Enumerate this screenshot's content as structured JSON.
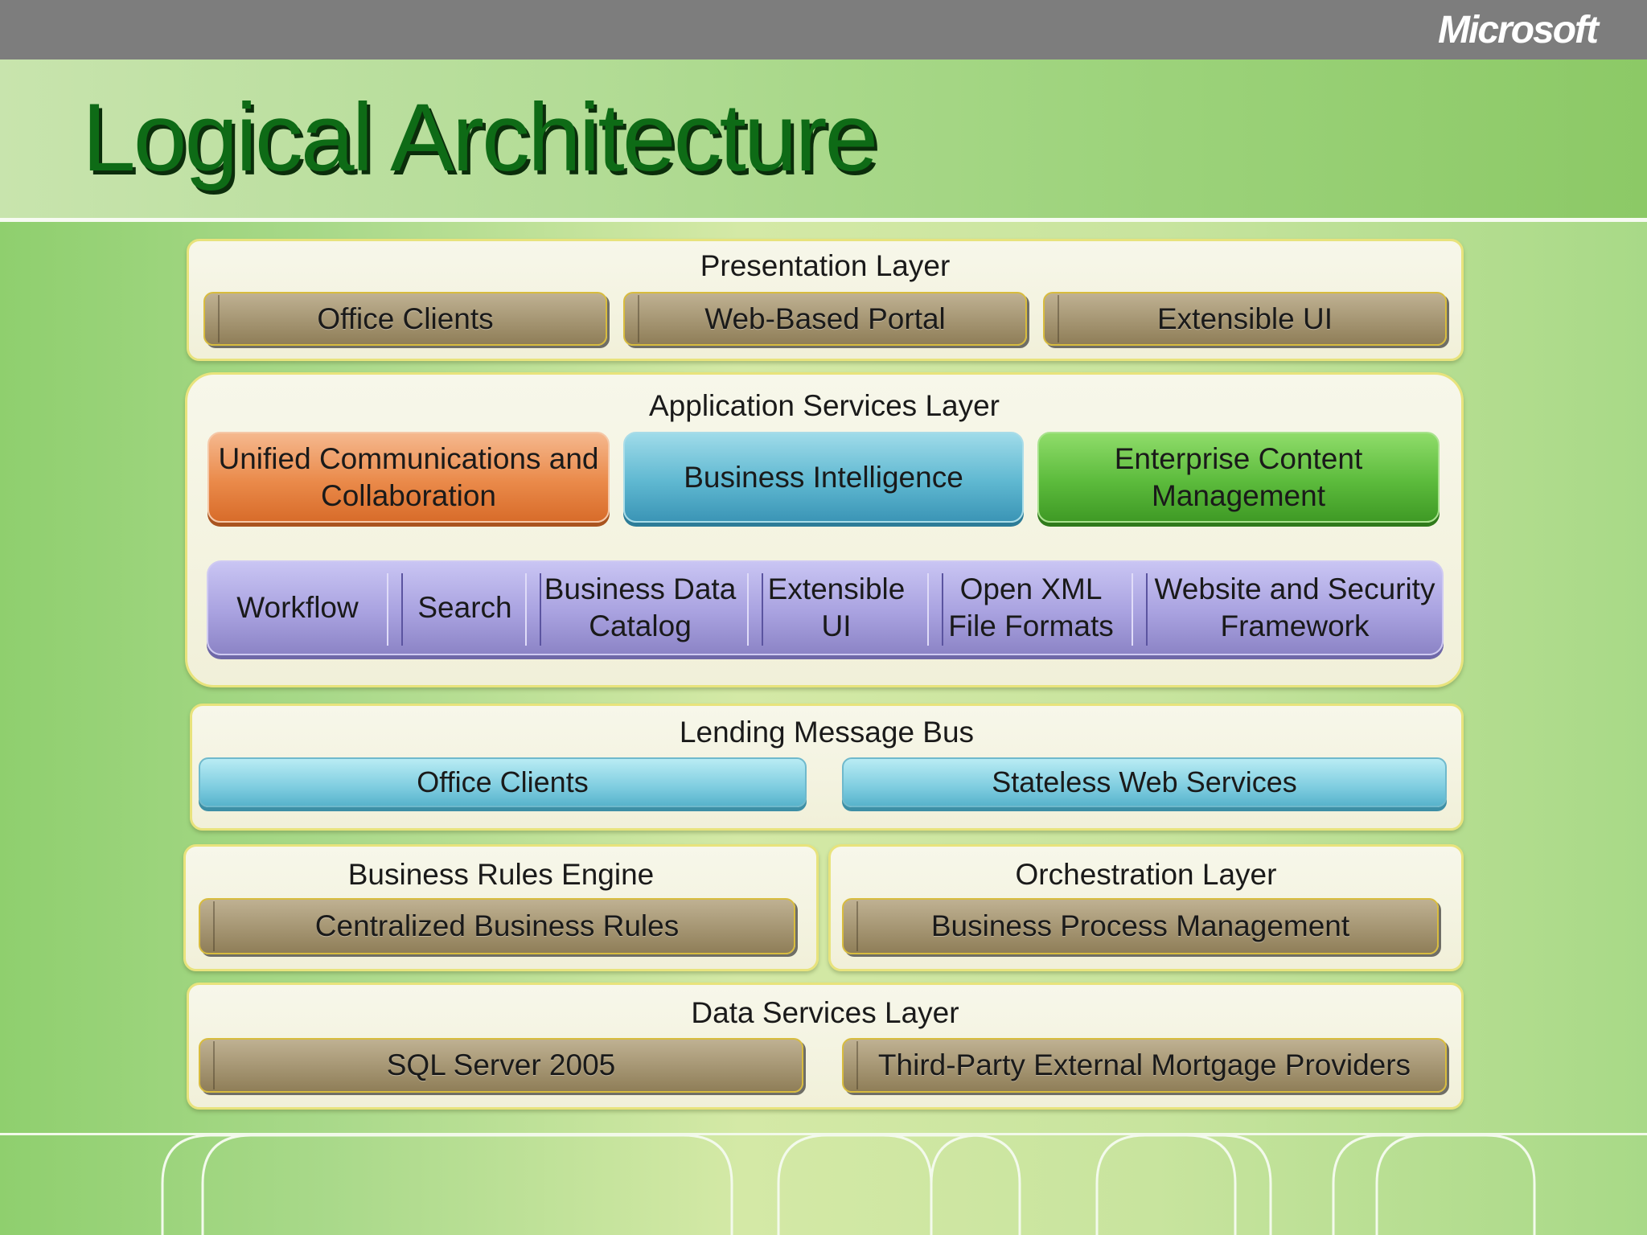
{
  "brand": {
    "logo_text": "Microsoft"
  },
  "page": {
    "title": "Logical Architecture"
  },
  "colors": {
    "title_green": "#0e6b16",
    "layer_border": "#e8e37c",
    "tan": "#a0906a",
    "cyan": "#7fcde0",
    "orange": "#ea8a4a",
    "blue": "#5fb8d1",
    "green": "#5cbb3c",
    "purple": "#a9a2e0"
  },
  "presentation": {
    "title": "Presentation Layer",
    "items": [
      "Office Clients",
      "Web-Based Portal",
      "Extensible UI"
    ]
  },
  "application": {
    "title": "Application Services Layer",
    "cards": [
      {
        "label": "Unified Communications and Collaboration",
        "color": "orange"
      },
      {
        "label": "Business Intelligence",
        "color": "blue"
      },
      {
        "label": "Enterprise Content Management",
        "color": "green"
      }
    ],
    "services": [
      "Workflow",
      "Search",
      "Business Data Catalog",
      "Extensible UI",
      "Open XML File Formats",
      "Website and Security Framework"
    ]
  },
  "message_bus": {
    "title": "Lending Message Bus",
    "items": [
      "Office Clients",
      "Stateless Web Services"
    ]
  },
  "rules_engine": {
    "title": "Business Rules Engine",
    "item": "Centralized Business Rules"
  },
  "orchestration": {
    "title": "Orchestration Layer",
    "item": "Business Process Management"
  },
  "data_services": {
    "title": "Data Services Layer",
    "items": [
      "SQL Server 2005",
      "Third-Party External Mortgage Providers"
    ]
  }
}
